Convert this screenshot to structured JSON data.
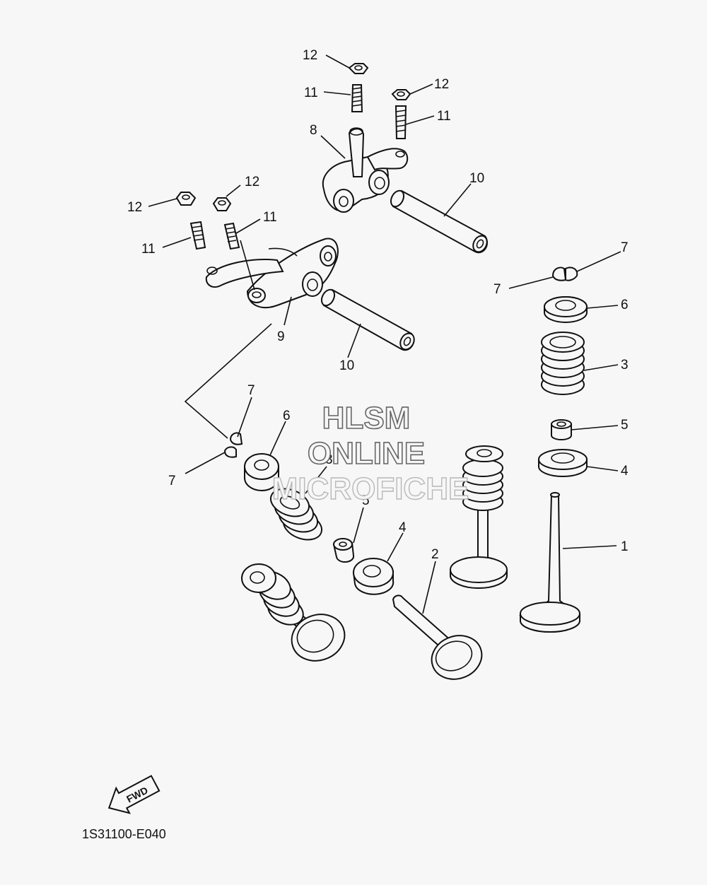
{
  "diagram": {
    "callouts": {
      "c12a": "12",
      "c11a": "11",
      "c12b": "12",
      "c11b": "11",
      "c8": "8",
      "c10a": "10",
      "c12c": "12",
      "c12d": "12",
      "c11c": "11",
      "c11d": "11",
      "c9": "9",
      "c10b": "10",
      "c7a": "7",
      "c7b": "7",
      "c6a": "6",
      "c3a": "3",
      "c5a": "5",
      "c4a": "4",
      "c1": "1",
      "c7c": "7",
      "c6b": "6",
      "c3b": "3",
      "c5b": "5",
      "c4b": "4",
      "c2": "2",
      "c7d": "7"
    },
    "watermark": {
      "line1": "HLSM",
      "line2": "ONLINE",
      "line3": "MICROFICHE"
    },
    "fwd_label": "FWD",
    "figure_code": "1S31100-E040"
  }
}
